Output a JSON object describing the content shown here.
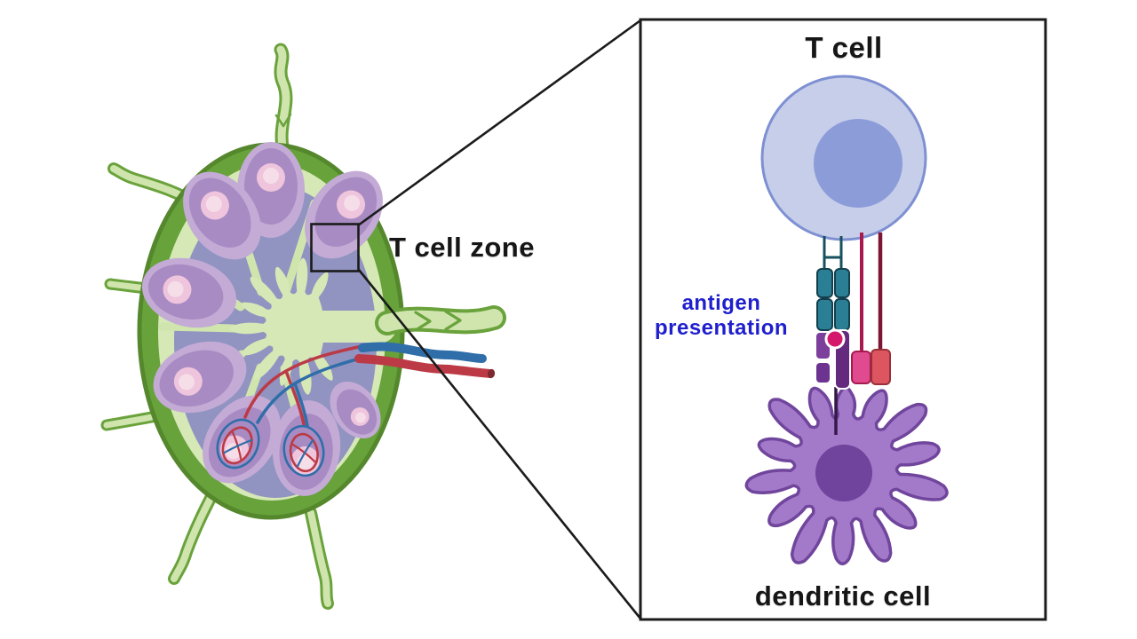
{
  "labels": {
    "t_cell_zone": "T cell zone",
    "t_cell": "T cell",
    "antigen_presentation_line1": "antigen",
    "antigen_presentation_line2": "presentation",
    "dendritic_cell": "dendritic cell"
  },
  "colors": {
    "background": "#ffffff",
    "label_text": "#161616",
    "antigen_presentation_text": "#1f1fce",
    "callout_black": "#1b1b1b",
    "capsule_green": "#67a23b",
    "capsule_rim_green": "#55872d",
    "sinus_light_green": "#d5e8b5",
    "vessel_outline_green": "#6aa23c",
    "vessel_fill_green": "#cfe5ad",
    "follicle_outer_purple": "#c3abd6",
    "follicle_inner_purple": "#a88bc3",
    "germinal_center_pink": "#eec5dc",
    "germinal_center_light_pink": "#f6dee9",
    "paracortex_blue": "#9193c1",
    "artery_red": "#bb3a45",
    "vein_blue": "#2f6ea9",
    "t_cell_fill": "#c6cee9",
    "t_cell_border": "#7e90d2",
    "t_cell_nucleus": "#8c9cd9",
    "tcr_teal": "#2b7f95",
    "tcr_teal_dark": "#123f4d",
    "mhc_purple_light": "#7c3f9b",
    "mhc_purple_dark": "#632a7e",
    "mhc_stalk": "#35184a",
    "antigen_peptide_pink": "#d4186b",
    "costim_line_crimson": "#a81a4e",
    "costim_line_maroon": "#7d1634",
    "costim_rect_pink": "#e04a8f",
    "costim_rect_red": "#dc5560",
    "dendritic_fill": "#a379ca",
    "dendritic_outline": "#70459c",
    "dendritic_nucleus": "#70439c"
  }
}
